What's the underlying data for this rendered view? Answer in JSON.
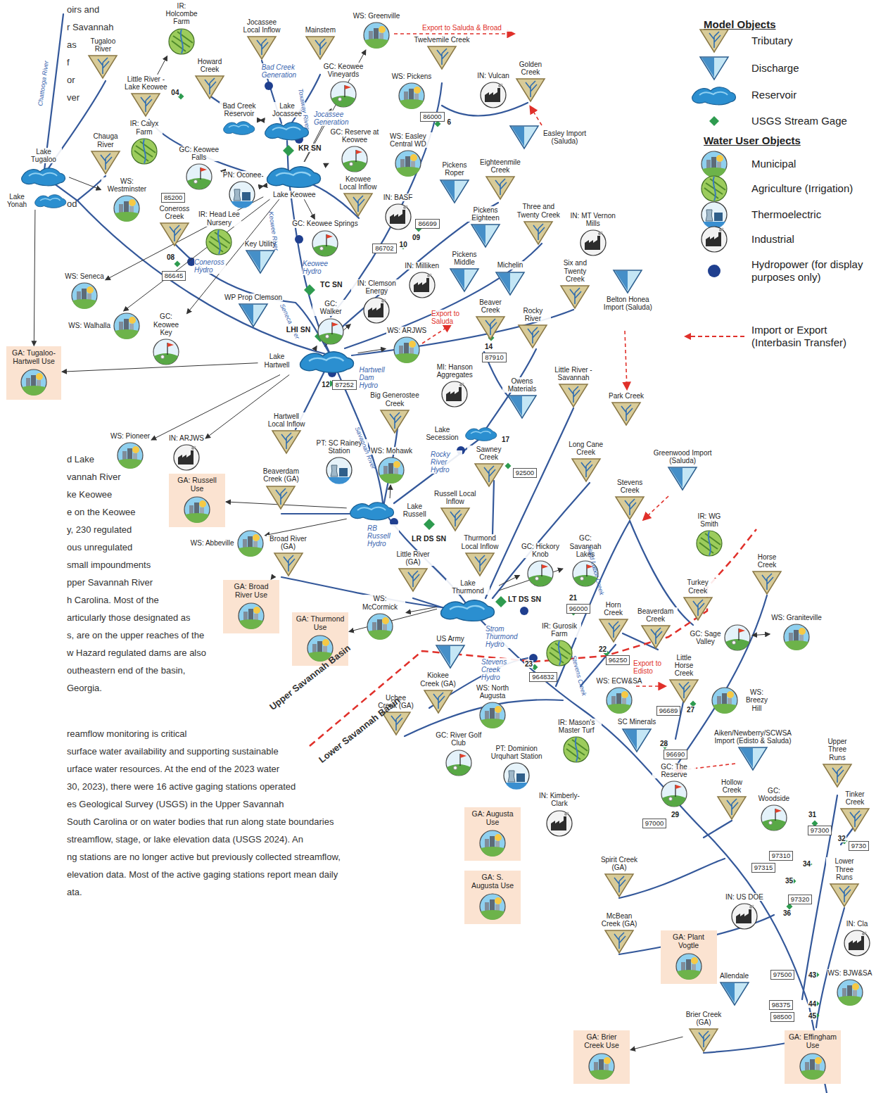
{
  "diagram": {
    "nodes": [
      {
        "text": [
          "IR: Holcombe Farm"
        ]
      },
      {
        "text": [
          "Jocassee Local Inflow"
        ]
      },
      {
        "text": [
          "WS: Greenville"
        ]
      },
      {
        "text": [
          "Tugaloo River"
        ]
      },
      {
        "text": [
          "Mainstem"
        ]
      },
      {
        "text": [
          "Little River - Lake Keowee"
        ]
      },
      {
        "text": [
          "Howard Creek"
        ]
      },
      {
        "text": [
          "Twelvemile Creek"
        ]
      },
      {
        "text": [
          "Golden Creek"
        ]
      },
      {
        "text": [
          "WS: Pickens"
        ]
      },
      {
        "text": [
          "IN: Vulcan"
        ]
      },
      {
        "text": [
          "GC: Keowee Vineyards"
        ]
      },
      {
        "text": [
          "Bad Creek Reservoir"
        ]
      },
      {
        "text": [
          "86000"
        ]
      },
      {
        "text": [
          "Easley Import (Saluda)"
        ]
      },
      {
        "text": [
          "Lake Jocassee"
        ]
      },
      {
        "text": [
          "Chauga River"
        ]
      },
      {
        "text": [
          "IR: Calyx Farm"
        ]
      },
      {
        "text": [
          "GC: Reserve at Keowee"
        ]
      },
      {
        "text": [
          "WS: Easley Central WD"
        ]
      },
      {
        "text": [
          "Lake Tugaloo"
        ]
      },
      {
        "text": [
          "85200"
        ]
      },
      {
        "text": [
          "GC: Keowee Falls"
        ]
      },
      {
        "text": [
          "Eighteenmile Creek"
        ]
      },
      {
        "text": [
          "Keowee Local Inflow"
        ]
      },
      {
        "text": [
          "Lake Yonah"
        ]
      },
      {
        "text": [
          "WS: Westminster"
        ]
      },
      {
        "text": [
          "PN: Oconee"
        ]
      },
      {
        "text": [
          "Lake Keowee"
        ]
      },
      {
        "text": [
          "Pickens Roper"
        ]
      },
      {
        "text": [
          "IN: BASF"
        ]
      },
      {
        "text": [
          "Coneross Creek"
        ]
      },
      {
        "text": [
          "GC: Keowee Springs"
        ]
      },
      {
        "text": [
          "IR: Head Lee Nursery"
        ]
      },
      {
        "text": [
          "Three and Twenty Creek"
        ]
      },
      {
        "text": [
          "Pickens Eighteen"
        ]
      },
      {
        "text": [
          "86699"
        ]
      },
      {
        "text": [
          "Key Utility"
        ]
      },
      {
        "text": [
          "IN: MT Vernon Mills"
        ]
      },
      {
        "text": [
          "Pickens Middle"
        ]
      },
      {
        "text": [
          "86702"
        ]
      },
      {
        "text": [
          "86645"
        ]
      },
      {
        "text": [
          "WS: Seneca"
        ]
      },
      {
        "text": [
          "Michelin"
        ]
      },
      {
        "text": [
          "IN: Milliken"
        ]
      },
      {
        "text": [
          "WP Prop Clemson"
        ]
      },
      {
        "text": [
          "Six and Twenty Creek"
        ]
      },
      {
        "text": [
          "Belton Honea Import (Saluda)"
        ]
      },
      {
        "text": [
          "IN: Clemson Energy"
        ]
      },
      {
        "text": [
          "WS: Walhalla"
        ]
      },
      {
        "text": [
          "GC: Keowee Key"
        ]
      },
      {
        "text": [
          "GC: Walker"
        ]
      },
      {
        "text": [
          "Rocky River"
        ]
      },
      {
        "text": [
          "Beaver Creek"
        ]
      },
      {
        "text": [
          "GA: Tugaloo-Hartwell Use"
        ]
      },
      {
        "text": [
          "WS: ARJWS"
        ]
      },
      {
        "text": [
          "Lake Hartwell"
        ]
      },
      {
        "text": [
          "87910"
        ]
      },
      {
        "text": [
          "87252"
        ]
      },
      {
        "text": [
          "Little River - Savannah"
        ]
      },
      {
        "text": [
          "MI: Hanson Aggregates"
        ]
      },
      {
        "text": [
          "Owens Materials"
        ]
      },
      {
        "text": [
          "Big Generostee Creek"
        ]
      },
      {
        "text": [
          "Park Creek"
        ]
      },
      {
        "text": [
          "Hartwell Local Inflow"
        ]
      },
      {
        "text": [
          "Lake Secession"
        ]
      },
      {
        "text": [
          "WS: Pioneer"
        ]
      },
      {
        "text": [
          "IN: ARJWS"
        ]
      },
      {
        "text": [
          "PT: SC Rainey Station"
        ]
      },
      {
        "text": [
          "WS: Mohawk"
        ]
      },
      {
        "text": [
          "Sawney Creek"
        ]
      },
      {
        "text": [
          "Long Cane Creek"
        ]
      },
      {
        "text": [
          "92500"
        ]
      },
      {
        "text": [
          "Greenwood Import (Saluda)"
        ]
      },
      {
        "text": [
          "Beaverdam Creek (GA)"
        ]
      },
      {
        "text": [
          "GA: Russell Use"
        ]
      },
      {
        "text": [
          "Russell Local Inflow"
        ]
      },
      {
        "text": [
          "Stevens Creek"
        ]
      },
      {
        "text": [
          "Lake Russell"
        ]
      },
      {
        "text": [
          "WS: Abbeville"
        ]
      },
      {
        "text": [
          "IR: WG Smith"
        ]
      },
      {
        "text": [
          "Thurmond Local Inflow"
        ]
      },
      {
        "text": [
          "Broad River (GA)"
        ]
      },
      {
        "text": [
          "GC: Hickory Knob"
        ]
      },
      {
        "text": [
          "GC: Savannah Lakes"
        ]
      },
      {
        "text": [
          "Horse Creek"
        ]
      },
      {
        "text": [
          "Little River (GA)"
        ]
      },
      {
        "text": [
          "Lake Thurmond"
        ]
      },
      {
        "text": [
          "GA: Broad River Use"
        ]
      },
      {
        "text": [
          "WS: McCormick"
        ]
      },
      {
        "text": [
          "Turkey Creek"
        ]
      },
      {
        "text": [
          "96000"
        ]
      },
      {
        "text": [
          "IR: Gurosik Farm"
        ]
      },
      {
        "text": [
          "Horn Creek"
        ]
      },
      {
        "text": [
          "WS: Graniteville"
        ]
      },
      {
        "text": [
          "GA: Thurmond Use"
        ]
      },
      {
        "text": [
          "GC: Sage Valley"
        ]
      },
      {
        "text": [
          "US Army"
        ]
      },
      {
        "text": [
          "Beaverdam Creek"
        ]
      },
      {
        "text": [
          "96250"
        ]
      },
      {
        "text": [
          "964832"
        ]
      },
      {
        "text": [
          "WS: ECW&SA"
        ]
      },
      {
        "text": [
          "Little Horse Creek"
        ]
      },
      {
        "text": [
          "Kiokee Creek (GA)"
        ]
      },
      {
        "text": [
          "WS: Breezy Hill"
        ]
      },
      {
        "text": [
          "96689"
        ]
      },
      {
        "text": [
          "SC Minerals"
        ]
      },
      {
        "text": [
          "WS: North Augusta"
        ]
      },
      {
        "text": [
          "Uchee Creek (GA)"
        ]
      },
      {
        "text": [
          "96690"
        ]
      },
      {
        "text": [
          "IR: Mason's Master Turf"
        ]
      },
      {
        "text": [
          "Aiken/Newberry/SCWSA Import (Edisto & Saluda)"
        ]
      },
      {
        "text": [
          "GC: River Golf Club"
        ]
      },
      {
        "text": [
          "PT: Dominion Urquhart Station"
        ]
      },
      {
        "text": [
          "Upper Three Runs"
        ]
      },
      {
        "text": [
          "IN: Kimberly-Clark"
        ]
      },
      {
        "text": [
          "GC: The Reserve"
        ]
      },
      {
        "text": [
          "Hollow Creek"
        ]
      },
      {
        "text": [
          "GC: Woodside"
        ]
      },
      {
        "text": [
          "Tinker Creek"
        ]
      },
      {
        "text": [
          "97000"
        ]
      },
      {
        "text": [
          "GA: Augusta Use"
        ]
      },
      {
        "text": [
          "97300"
        ]
      },
      {
        "text": [
          "97310"
        ]
      },
      {
        "text": [
          "97315"
        ]
      },
      {
        "text": [
          "Lower Three Runs"
        ]
      },
      {
        "text": [
          "9730"
        ]
      },
      {
        "text": [
          "Spirit Creek (GA)"
        ]
      },
      {
        "text": [
          "GA: S. Augusta Use"
        ]
      },
      {
        "text": [
          "97320"
        ]
      },
      {
        "text": [
          "IN: US DOE"
        ]
      },
      {
        "text": [
          "IN: Cla"
        ]
      },
      {
        "text": [
          "McBean Creek (GA)"
        ]
      },
      {
        "text": [
          "GA: Plant Vogtle"
        ]
      },
      {
        "text": [
          "97500"
        ]
      },
      {
        "text": [
          "WS: BJW&SA"
        ]
      },
      {
        "text": [
          "Allendale"
        ]
      },
      {
        "text": [
          "98375"
        ]
      },
      {
        "text": [
          "98500"
        ]
      },
      {
        "text": [
          "Brier Creek (GA)"
        ]
      },
      {
        "text": [
          "GA: Brier Creek Use"
        ]
      },
      {
        "text": [
          "GA: Effingham Use"
        ]
      }
    ],
    "edges": [
      {
        "from": 28,
        "to": 22,
        "arrow": "to"
      },
      {
        "from": 28,
        "to": 27,
        "arrow": "both"
      },
      {
        "from": 28,
        "to": 42,
        "arrow": "to"
      },
      {
        "from": 28,
        "to": 49,
        "arrow": "to"
      },
      {
        "from": 28,
        "to": 50,
        "arrow": "to"
      },
      {
        "from": 28,
        "to": 32,
        "arrow": "to"
      },
      {
        "from": 28,
        "to": 2,
        "arrow": "to"
      },
      {
        "from": 28,
        "to": 18,
        "arrow": "to"
      },
      {
        "from": 28,
        "to": 11,
        "arrow": "to"
      },
      {
        "from": 12,
        "to": 15,
        "arrow": "both"
      },
      {
        "from": 20,
        "to": 26,
        "arrow": "to"
      },
      {
        "from": 25,
        "to": 54,
        "arrow": "to"
      },
      {
        "from": 56,
        "to": 54,
        "arrow": "to"
      },
      {
        "from": 56,
        "to": 55,
        "arrow": "to"
      },
      {
        "from": 56,
        "to": 51,
        "arrow": "to"
      },
      {
        "from": 56,
        "to": 48,
        "arrow": "to"
      },
      {
        "from": 56,
        "to": 66,
        "arrow": "to"
      },
      {
        "from": 56,
        "to": 67,
        "arrow": "to"
      },
      {
        "from": 78,
        "to": 75,
        "arrow": "to"
      },
      {
        "from": 78,
        "to": 79,
        "arrow": "to"
      },
      {
        "from": 78,
        "to": 69,
        "arrow": "to"
      },
      {
        "from": 87,
        "to": 95,
        "arrow": "to"
      },
      {
        "from": 87,
        "to": 89,
        "arrow": "to"
      },
      {
        "from": 87,
        "to": 83,
        "arrow": "to"
      },
      {
        "from": 87,
        "to": 84,
        "arrow": "to"
      },
      {
        "from": 82,
        "to": 88,
        "arrow": "to"
      },
      {
        "from": 94,
        "to": 96,
        "arrow": "both"
      },
      {
        "from": 139,
        "to": 140,
        "arrow": "to"
      },
      {
        "from": 5,
        "to": 0,
        "arrow": "to"
      }
    ],
    "labels": [
      "oirs and",
      "r Savannah",
      "as",
      "f",
      "or",
      "ver",
      "od",
      "d Lake",
      "vannah River",
      "ke Keowee",
      "e on the Keowee",
      "y, 230 regulated",
      "ous unregulated",
      "small impoundments",
      "pper Savannah River",
      "h Carolina. Most of the",
      "articularly those designated as",
      "s, are on the upper reaches of the",
      "w Hazard regulated dams are also",
      "outheastern end of the basin,",
      "Georgia.",
      "reamflow monitoring is critical",
      "surface water availability and supporting sustainable",
      "urface water resources. At the end of the 2023 water",
      "30, 2023), there were 16 active gaging stations operated",
      "es Geological Survey (USGS) in the Upper Savannah",
      "South Carolina or on water bodies that run along state boundaries",
      "streamflow, stage, or lake elevation data (USGS 2024). An",
      "ng stations are no longer active but previously collected streamflow,",
      "elevation data. Most of the active gaging stations report mean daily",
      "ata.",
      "Chattooga River",
      "Bad Creek Generation",
      "Toxaway River",
      "Jocassee Generation",
      "KR SN",
      "04",
      "6",
      "Export to Saluda & Broad",
      "09",
      "10",
      "08",
      "Coneross Hydro",
      "Keowee River",
      "Keowee Hydro",
      "TC SN",
      "Seneca River",
      "LHI SN",
      "Export to Saluda",
      "14",
      "Hartwell Dam Hydro",
      "12",
      "Rocky River Hydro",
      "Savannah River",
      "17",
      "RB Russell Hydro",
      "LR DS SN",
      "Strom Thurmond Hydro",
      "LT DS SN",
      "Stevens Creek Hydro",
      "21",
      "22",
      "Hard Labor Creek",
      "Stevens Creek",
      "23",
      "Export to Edisto",
      "27",
      "28",
      "Upper Savannah Basin",
      "Lower Savannah Basin",
      "29",
      "31",
      "32",
      "34",
      "35",
      "36",
      "43",
      "44",
      "45",
      "Model Objects",
      "Water User Objects"
    ],
    "legend": [
      {
        "text": "Tributary"
      },
      {
        "text": "Discharge"
      },
      {
        "text": "Reservoir"
      },
      {
        "text": "USGS Stream Gage"
      },
      {
        "text": "Municipal"
      },
      {
        "text": "Agriculture (Irrigation)"
      },
      {
        "text": "Thermoelectric"
      },
      {
        "text": "Industrial"
      },
      {
        "text": "Hydropower (for display purposes only)"
      },
      {
        "text": "Import or Export (Interbasin Transfer)"
      }
    ]
  }
}
